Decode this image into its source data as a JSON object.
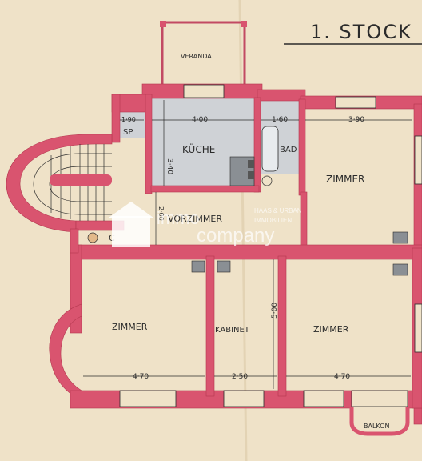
{
  "title": "1. STOCK",
  "colors": {
    "paper": "#efe2c8",
    "wall": "#d9546f",
    "wall_edge": "#b3384f",
    "room_grey": "#cfd2d6",
    "ink": "#2b2b2b",
    "fixture": "#8a8f94"
  },
  "rooms": {
    "veranda": "VERANDA",
    "sp": "SP.",
    "kueche": "KÜCHE",
    "bad": "BAD",
    "zimmer_ne": "ZIMMER",
    "vorzimmer": "VORZIMMER",
    "c": "C",
    "zimmer_sw": "ZIMMER",
    "kabinet": "KABINET",
    "zimmer_s": "ZIMMER",
    "balkon": "BALKON"
  },
  "dimensions": {
    "sp_width": "1·90",
    "kueche_width": "4·00",
    "kueche_depth": "3·40",
    "bad_width": "1·60",
    "zimmer_ne_width": "3·90",
    "vorzimmer_depth": "2·00",
    "zimmer_sw_width": "4·70",
    "kabinet_width": "2·50",
    "kabinet_depth": "5·00",
    "zimmer_s_width": "4·70"
  },
  "watermark": {
    "line1": "HAAS & URBAN",
    "line2": "IMMOBILIEN",
    "immo": "immo",
    "company": "company"
  }
}
